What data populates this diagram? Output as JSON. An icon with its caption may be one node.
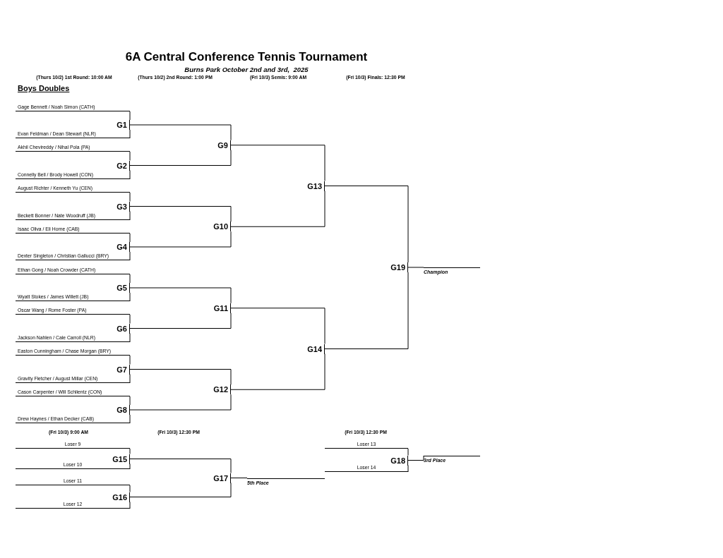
{
  "diagram": {
    "title": "6A Central Conference Tennis Tournament",
    "nodes": [
      {
        "text": [
          "Gage Bennett / Noah Simon (CATH)"
        ]
      },
      {
        "text": [
          "Evan Feldman / Dean Stewart (NLR)"
        ]
      },
      {
        "text": [
          "Akhil Chevireddy / Nihal Pola (PA)"
        ]
      },
      {
        "text": [
          "Connelly Bell / Brody Howell (CON)"
        ]
      },
      {
        "text": [
          "August Richter / Kenneth Yu (CEN)"
        ]
      },
      {
        "text": [
          "Beckett Bonner / Nate Woodruff (JB)"
        ]
      },
      {
        "text": [
          "Isaac Oliva / Eli Horne (CAB)"
        ]
      },
      {
        "text": [
          "Dexter Singleton / Christian Gallucci (BRY)"
        ]
      },
      {
        "text": [
          "Ethan Gong / Noah Crowder (CATH)"
        ]
      },
      {
        "text": [
          "Wyatt Stokes / James Willett (JB)"
        ]
      },
      {
        "text": [
          "Oscar Wang / Rome Foster (PA)"
        ]
      },
      {
        "text": [
          "Jackson Nahlen / Cale Carroll (NLR)"
        ]
      },
      {
        "text": [
          "Easton Cunningham / Chase Morgan (BRY)"
        ]
      },
      {
        "text": [
          "Gravity Fletcher / August Millar (CEN)"
        ]
      },
      {
        "text": [
          "Cason Carpenter / Will Schlientz (CON)"
        ]
      },
      {
        "text": [
          "Drew Haynes / Ethan Decker (CAB)"
        ]
      },
      {
        "text": [
          "G1"
        ]
      },
      {
        "text": [
          "G2"
        ]
      },
      {
        "text": [
          "G3"
        ]
      },
      {
        "text": [
          "G4"
        ]
      },
      {
        "text": [
          "G5"
        ]
      },
      {
        "text": [
          "G6"
        ]
      },
      {
        "text": [
          "G7"
        ]
      },
      {
        "text": [
          "G8"
        ]
      },
      {
        "text": [
          "G9"
        ]
      },
      {
        "text": [
          "G10"
        ]
      },
      {
        "text": [
          "G11"
        ]
      },
      {
        "text": [
          "G12"
        ]
      },
      {
        "text": [
          "G13"
        ]
      },
      {
        "text": [
          "G14"
        ]
      },
      {
        "text": [
          "G19"
        ]
      },
      {
        "text": [
          "Champion"
        ]
      },
      {
        "text": [
          "Loser 9"
        ]
      },
      {
        "text": [
          "Loser 10"
        ]
      },
      {
        "text": [
          "Loser 11"
        ]
      },
      {
        "text": [
          "Loser 12"
        ]
      },
      {
        "text": [
          "G15"
        ]
      },
      {
        "text": [
          "G16"
        ]
      },
      {
        "text": [
          "G17"
        ]
      },
      {
        "text": [
          "5th Place"
        ]
      },
      {
        "text": [
          "Loser 13"
        ]
      },
      {
        "text": [
          "Loser 14"
        ]
      },
      {
        "text": [
          "G18"
        ]
      },
      {
        "text": [
          "3rd Place"
        ]
      }
    ],
    "edges": [
      {
        "from": 0,
        "to": 16,
        "arrow": "none"
      },
      {
        "from": 1,
        "to": 16,
        "arrow": "none"
      },
      {
        "from": 2,
        "to": 17,
        "arrow": "none"
      },
      {
        "from": 3,
        "to": 17,
        "arrow": "none"
      },
      {
        "from": 4,
        "to": 18,
        "arrow": "none"
      },
      {
        "from": 5,
        "to": 18,
        "arrow": "none"
      },
      {
        "from": 6,
        "to": 19,
        "arrow": "none"
      },
      {
        "from": 7,
        "to": 19,
        "arrow": "none"
      },
      {
        "from": 8,
        "to": 20,
        "arrow": "none"
      },
      {
        "from": 9,
        "to": 20,
        "arrow": "none"
      },
      {
        "from": 10,
        "to": 21,
        "arrow": "none"
      },
      {
        "from": 11,
        "to": 21,
        "arrow": "none"
      },
      {
        "from": 12,
        "to": 22,
        "arrow": "none"
      },
      {
        "from": 13,
        "to": 22,
        "arrow": "none"
      },
      {
        "from": 14,
        "to": 23,
        "arrow": "none"
      },
      {
        "from": 15,
        "to": 23,
        "arrow": "none"
      },
      {
        "from": 16,
        "to": 24,
        "arrow": "none"
      },
      {
        "from": 17,
        "to": 24,
        "arrow": "none"
      },
      {
        "from": 18,
        "to": 25,
        "arrow": "none"
      },
      {
        "from": 19,
        "to": 25,
        "arrow": "none"
      },
      {
        "from": 20,
        "to": 26,
        "arrow": "none"
      },
      {
        "from": 21,
        "to": 26,
        "arrow": "none"
      },
      {
        "from": 22,
        "to": 27,
        "arrow": "none"
      },
      {
        "from": 23,
        "to": 27,
        "arrow": "none"
      },
      {
        "from": 24,
        "to": 28,
        "arrow": "none"
      },
      {
        "from": 25,
        "to": 28,
        "arrow": "none"
      },
      {
        "from": 26,
        "to": 29,
        "arrow": "none"
      },
      {
        "from": 27,
        "to": 29,
        "arrow": "none"
      },
      {
        "from": 28,
        "to": 30,
        "arrow": "none"
      },
      {
        "from": 29,
        "to": 30,
        "arrow": "none"
      },
      {
        "from": 30,
        "to": 31,
        "arrow": "none"
      },
      {
        "from": 32,
        "to": 36,
        "arrow": "none"
      },
      {
        "from": 33,
        "to": 36,
        "arrow": "none"
      },
      {
        "from": 34,
        "to": 37,
        "arrow": "none"
      },
      {
        "from": 35,
        "to": 37,
        "arrow": "none"
      },
      {
        "from": 36,
        "to": 38,
        "arrow": "none"
      },
      {
        "from": 37,
        "to": 38,
        "arrow": "none"
      },
      {
        "from": 38,
        "to": 39,
        "arrow": "none"
      },
      {
        "from": 40,
        "to": 42,
        "arrow": "none"
      },
      {
        "from": 41,
        "to": 42,
        "arrow": "none"
      },
      {
        "from": 42,
        "to": 43,
        "arrow": "none"
      }
    ],
    "labels": [
      "Burns Park October 2nd and 3rd,  2025",
      "(Thurs 10/2) 1st Round: 10:00 AM",
      "(Thurs 10/2) 2nd Round: 1:00 PM",
      "(Fri 10/3) Semis: 9:00 AM",
      "(Fri 10/3) Finals: 12:30 PM",
      "Boys Doubles",
      "(Fri 10/3) 9:00 AM",
      "(Fri 10/3) 12:30 PM",
      "(Fri 10/3) 12:30 PM"
    ]
  }
}
